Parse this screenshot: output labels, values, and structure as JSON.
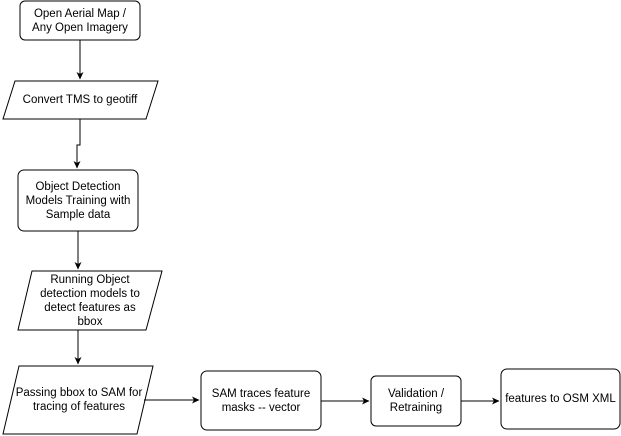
{
  "diagram": {
    "nodes": {
      "open_imagery": {
        "lines": [
          "Open Aerial Map /",
          "Any Open Imagery"
        ]
      },
      "convert_tms": {
        "lines": [
          "Convert TMS to geotiff"
        ]
      },
      "training": {
        "lines": [
          "Object Detection",
          "Models Training with",
          "Sample data"
        ]
      },
      "running": {
        "lines": [
          "Running Object",
          "detection models to",
          "detect features as",
          "bbox"
        ]
      },
      "passing": {
        "lines": [
          "Passing bbox to SAM for",
          "tracing of features"
        ]
      },
      "sam_traces": {
        "lines": [
          "SAM traces feature",
          "masks -- vector"
        ]
      },
      "validation": {
        "lines": [
          "Validation /",
          "Retraining"
        ]
      },
      "osm": {
        "lines": [
          "features to OSM XML"
        ]
      }
    },
    "edges": [
      {
        "from": "open_imagery",
        "to": "convert_tms"
      },
      {
        "from": "convert_tms",
        "to": "training"
      },
      {
        "from": "training",
        "to": "running"
      },
      {
        "from": "running",
        "to": "passing"
      },
      {
        "from": "passing",
        "to": "sam_traces"
      },
      {
        "from": "sam_traces",
        "to": "validation"
      },
      {
        "from": "validation",
        "to": "osm"
      }
    ]
  }
}
